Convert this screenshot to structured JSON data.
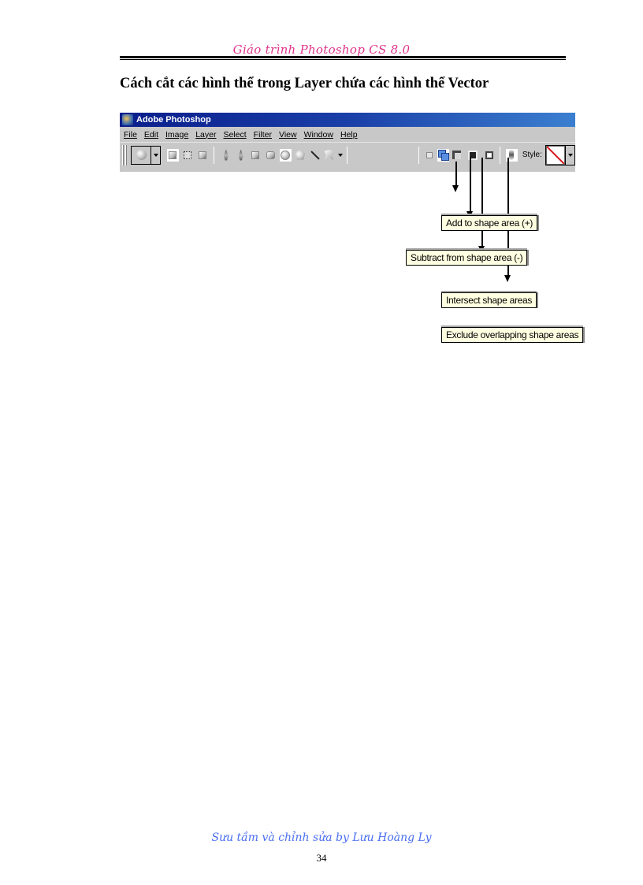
{
  "document": {
    "header": "Giáo trình Photoshop CS 8.0",
    "heading": "Cách cắt các hình thể trong Layer chứa các hình thể Vector",
    "footer": "Sưu tầm và chỉnh sửa by Lưu Hoàng Ly",
    "page_number": "34"
  },
  "photoshop": {
    "title": "Adobe Photoshop",
    "menu": [
      "File",
      "Edit",
      "Image",
      "Layer",
      "Select",
      "Filter",
      "View",
      "Window",
      "Help"
    ],
    "toolbar": {
      "tool_preset_icon": "ellipse-tool-icon",
      "draw_modes": [
        "shape-layers-icon",
        "paths-icon",
        "fill-pixels-icon"
      ],
      "tools": [
        "pen-icon",
        "freeform-pen-icon",
        "rectangle-icon",
        "rounded-rectangle-icon",
        "ellipse-icon",
        "polygon-icon",
        "line-icon",
        "custom-shape-icon"
      ],
      "shape_modes": [
        "new-shape-icon",
        "add-shape-icon",
        "subtract-shape-icon",
        "intersect-shape-icon",
        "exclude-shape-icon"
      ],
      "link_icon": "link-layer-icon",
      "style_label": "Style:",
      "style_swatch": "no-style-swatch",
      "accent_color": "#d8151b"
    }
  },
  "tooltips": [
    {
      "label": "Add to shape area (+)"
    },
    {
      "label": "Subtract from shape area (-)"
    },
    {
      "label": "Intersect shape areas"
    },
    {
      "label": "Exclude overlapping shape areas"
    }
  ],
  "colors": {
    "header_pink": "#e0348c",
    "footer_blue": "#4a6ef0",
    "tooltip_bg": "#ffffe1",
    "titlebar_start": "#0a1e8c",
    "titlebar_end": "#3b7fd0"
  }
}
